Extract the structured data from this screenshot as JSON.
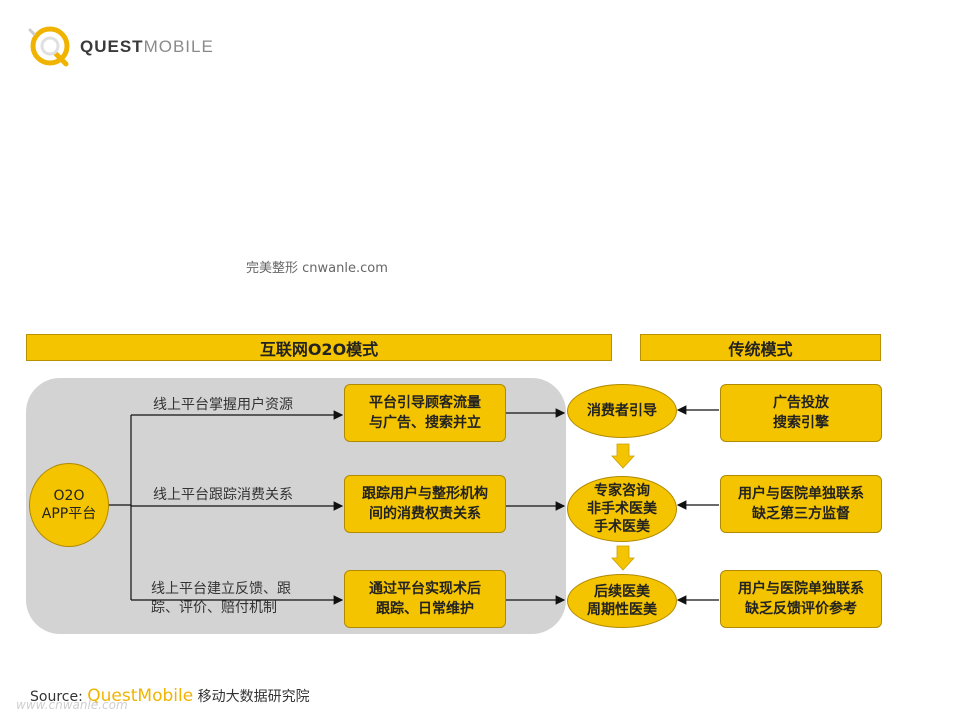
{
  "logo": {
    "brand_bold": "QUEST",
    "brand_light": "MOBILE",
    "icon": "questmobile-logo-icon"
  },
  "subtitle": "完美整形 cnwanle.com",
  "headers": {
    "internet": "互联网O2O模式",
    "traditional": "传统模式"
  },
  "o2o_node": "O2O\nAPP平台",
  "edge_labels": [
    "线上平台掌握用户资源",
    "线上平台跟踪消费关系",
    "线上平台建立反馈、跟\n踪、评价、赔付机制"
  ],
  "middle_boxes": [
    "平台引导顾客流量\n与广告、搜索并立",
    "跟踪用户与整形机构\n间的消费权责关系",
    "通过平台实现术后\n跟踪、日常维护"
  ],
  "stages": [
    "消费者引导",
    "专家咨询\n非手术医美\n手术医美",
    "后续医美\n周期性医美"
  ],
  "traditional_boxes": [
    "广告投放\n搜索引擎",
    "用户与医院单独联系\n缺乏第三方监督",
    "用户与医院单独联系\n缺乏反馈评价参考"
  ],
  "source": {
    "prefix": "Source:",
    "brand": "QuestMobile",
    "suffix": "移动大数据研究院"
  },
  "watermark": "www.cnwanle.com",
  "colors": {
    "accent": "#f5c400",
    "panel": "#d3d3d3",
    "border": "#b08a00"
  }
}
